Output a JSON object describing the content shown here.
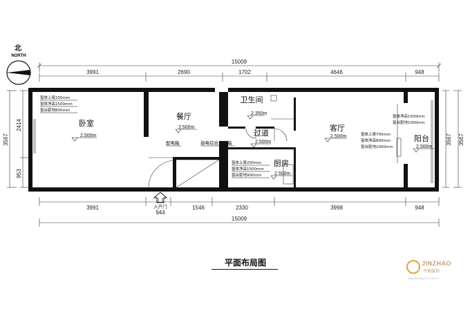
{
  "compass": {
    "north_cn": "北",
    "north_en": "NORTH"
  },
  "total_width": "15009",
  "top_dims": [
    "3991",
    "2690",
    "1702",
    "4646",
    "948"
  ],
  "bottom_dims": [
    "3991",
    "944",
    "1546",
    "2330",
    "3998",
    "948"
  ],
  "left_dims": {
    "overall": "3567",
    "upper": "2414",
    "lower": "953"
  },
  "right_dims": {
    "overall": "3567"
  },
  "rooms": {
    "bedroom": "卧室",
    "dining": "餐厅",
    "bathroom": "卫生间",
    "corridor": "过道",
    "kitchen": "厨房",
    "living": "客厅",
    "balcony": "阳台"
  },
  "elevations": {
    "bedroom": "2.500m",
    "dining": "2.500m",
    "bathroom": "2.350m",
    "corridor": "2.500m",
    "kitchen": "2.500m",
    "living": "2.500m",
    "balcony": "2.500m"
  },
  "notes": {
    "bedroom_window": [
      "窗体上梁200mm",
      "窗体净高1500mm",
      "窗台距地800mm"
    ],
    "kitchen_window": [
      "窗体上梁200mm",
      "窗体净高1500mm",
      "窗台距地900mm"
    ],
    "living_window": [
      "窗体上梁700mm",
      "窗体净高800mm",
      "窗台距地1000mm"
    ],
    "balcony_window": [
      "窗体净高1500mm",
      "窗台距地1000mm"
    ]
  },
  "labels": {
    "electric_box": "配电箱",
    "weak_box": "弱电综合分线箱",
    "entrance": "入户门"
  },
  "title": "平面布局图",
  "logo": {
    "name": "JINZHAO",
    "sub": "今朝装饰",
    "url": "http://www.jzzs.com.cn"
  }
}
